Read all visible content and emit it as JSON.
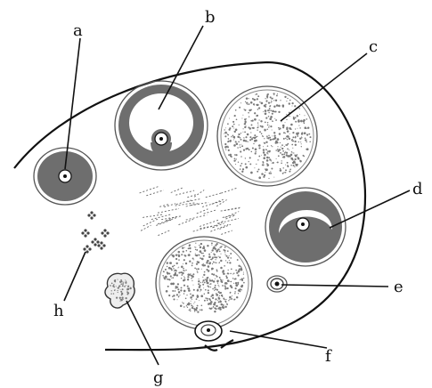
{
  "diagram": {
    "labels": {
      "a": "a",
      "b": "b",
      "c": "c",
      "d": "d",
      "e": "e",
      "f": "f",
      "g": "g",
      "h": "h"
    },
    "colors": {
      "ink": "#111111",
      "stained_region": "#6e6e6e",
      "granular_speckle": "#7a7a7a",
      "background": "#ffffff"
    }
  }
}
